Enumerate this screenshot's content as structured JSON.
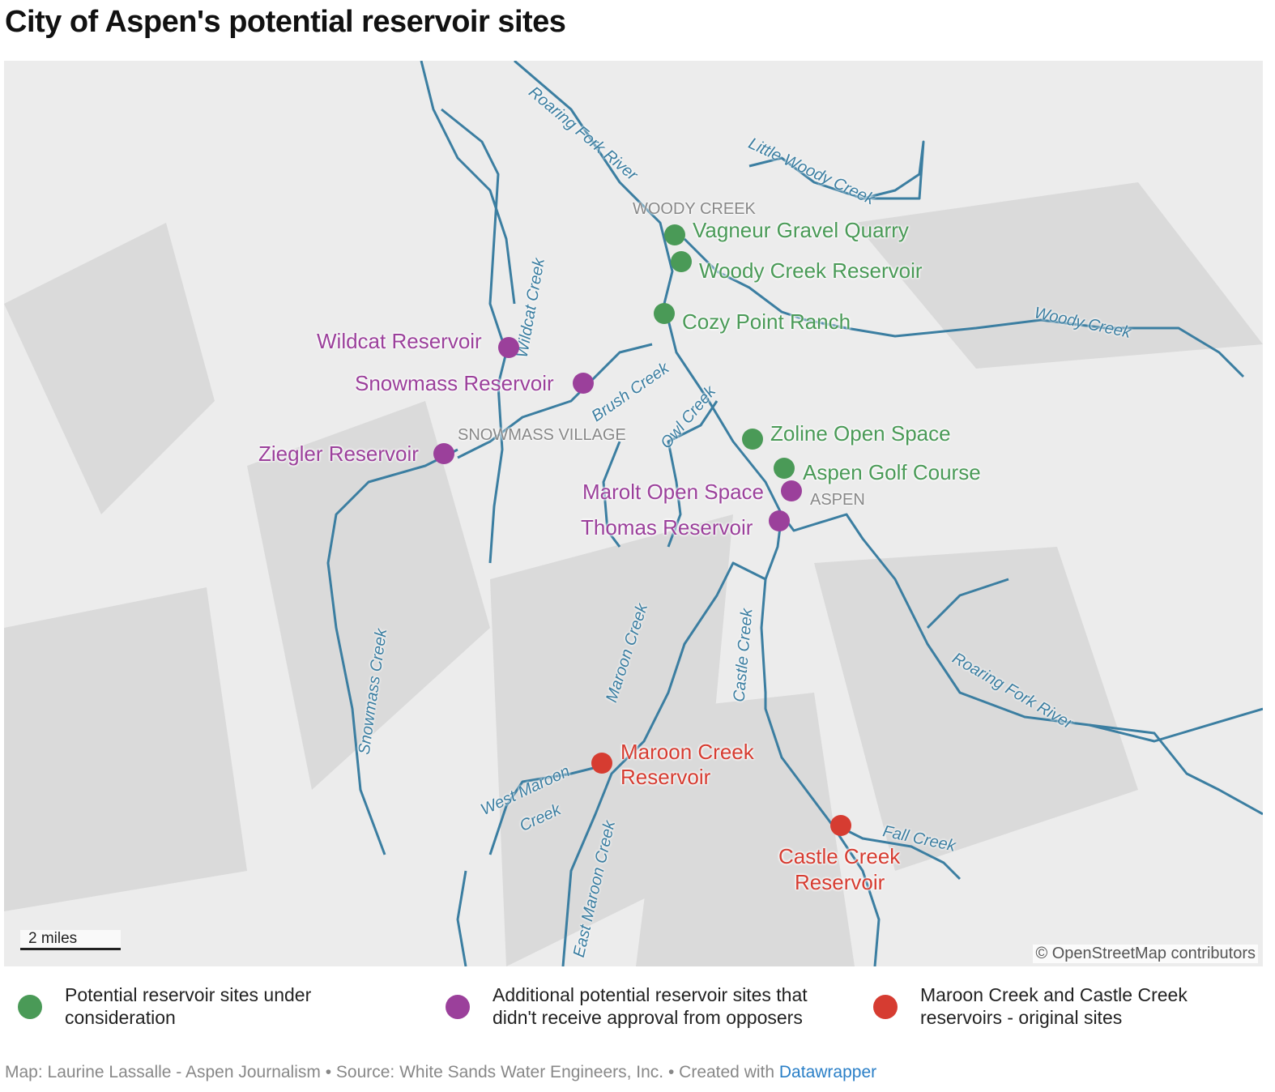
{
  "title": "City of Aspen's potential reservoir sites",
  "colors": {
    "green": "#4a9a57",
    "purple": "#9b409b",
    "red": "#d63c31",
    "river": "#3b7ea1"
  },
  "sites": {
    "vagneur": "Vagneur Gravel Quarry",
    "woody_creek_res": "Woody Creek Reservoir",
    "cozy_point": "Cozy Point Ranch",
    "zoline": "Zoline Open Space",
    "golf": "Aspen Golf Course",
    "wildcat": "Wildcat Reservoir",
    "snowmass": "Snowmass Reservoir",
    "ziegler": "Ziegler Reservoir",
    "marolt": "Marolt Open Space",
    "thomas": "Thomas Reservoir",
    "maroon_l1": "Maroon Creek",
    "maroon_l2": "Reservoir",
    "castle_l1": "Castle Creek",
    "castle_l2": "Reservoir"
  },
  "towns": {
    "woody_creek": "WOODY CREEK",
    "snowmass_village": "SNOWMASS VILLAGE",
    "aspen": "ASPEN"
  },
  "rivers": {
    "roaring_fork_n": "Roaring Fork River",
    "little_woody": "Little Woody Creek",
    "woody": "Woody Creek",
    "wildcat": "Wildcat Creek",
    "brush": "Brush Creek",
    "owl": "Owl Creek",
    "snowmass": "Snowmass Creek",
    "maroon": "Maroon Creek",
    "castle": "Castle Creek",
    "roaring_fork_s": "Roaring Fork River",
    "west_maroon_1": "West Maroon",
    "west_maroon_2": "Creek",
    "east_maroon": "East Maroon Creek",
    "fall": "Fall Creek"
  },
  "scale": "2 miles",
  "attribution": "© OpenStreetMap contributors",
  "legend": [
    "Potential reservoir sites under consideration",
    "Additional potential reservoir sites that didn't receive approval from opposers",
    "Maroon Creek and Castle Creek reservoirs - original sites"
  ],
  "footer": {
    "text": "Map: Laurine Lassalle - Aspen Journalism • Source: White Sands Water Engineers, Inc. • Created with ",
    "link": "Datawrapper"
  }
}
